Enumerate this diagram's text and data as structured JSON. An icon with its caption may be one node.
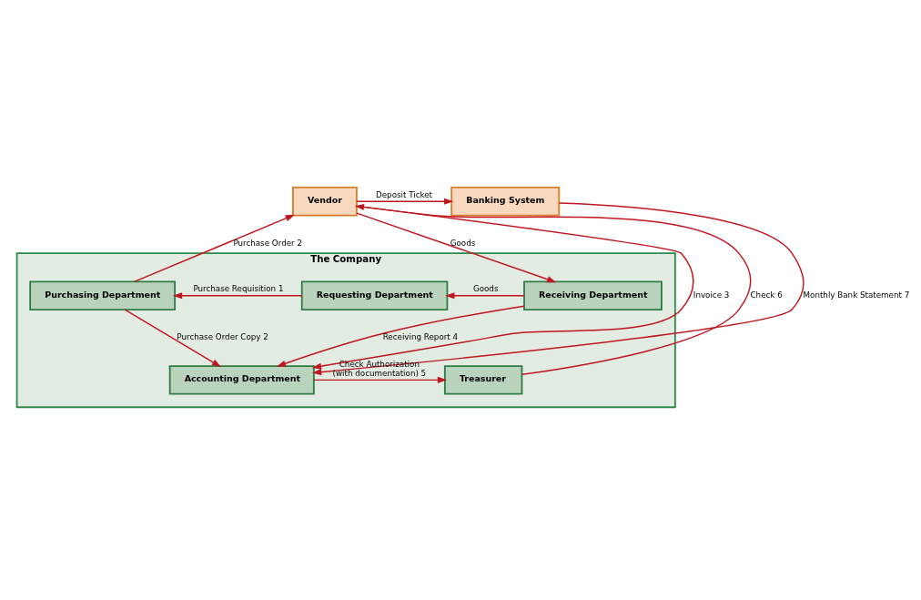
{
  "diagram": {
    "nodes": [
      {
        "text": [
          "Vendor"
        ]
      },
      {
        "text": [
          "Banking System"
        ]
      },
      {
        "text": [
          "The Company"
        ]
      },
      {
        "text": [
          "Purchasing Department"
        ],
        "in": 2
      },
      {
        "text": [
          "Requesting Department"
        ],
        "in": 2
      },
      {
        "text": [
          "Receiving Department"
        ],
        "in": 2
      },
      {
        "text": [
          "Accounting Department"
        ],
        "in": 2
      },
      {
        "text": [
          "Treasurer"
        ],
        "in": 2
      }
    ],
    "edges": [
      {
        "from": 7,
        "to": 0,
        "arrow": "to",
        "label": "Check 6"
      },
      {
        "from": 0,
        "to": 1,
        "arrow": "to",
        "label": "Deposit Ticket"
      },
      {
        "from": 0,
        "to": 5,
        "arrow": "to",
        "label": "Goods"
      },
      {
        "from": 0,
        "to": 6,
        "arrow": "to",
        "label": "Invoice 3"
      },
      {
        "from": 3,
        "to": 0,
        "arrow": "to",
        "label": "Purchase Order 2"
      },
      {
        "from": 4,
        "to": 3,
        "arrow": "to",
        "label": "Purchase Requisition 1"
      },
      {
        "from": 5,
        "to": 4,
        "arrow": "to",
        "label": "Goods"
      },
      {
        "from": 3,
        "to": 6,
        "arrow": "to",
        "label": "Purchase Order Copy 2"
      },
      {
        "from": 5,
        "to": 6,
        "arrow": "to",
        "label": "Receiving Report 4"
      },
      {
        "from": 6,
        "to": 7,
        "arrow": "to",
        "label": "Check Authorization (with documentation) 5"
      },
      {
        "from": 1,
        "to": 6,
        "arrow": "to",
        "label": "Monthly Bank Statement 7"
      }
    ]
  }
}
